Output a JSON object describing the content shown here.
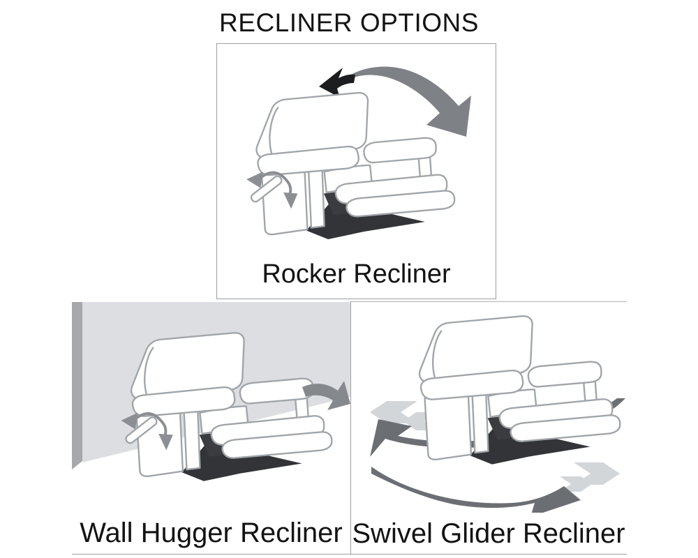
{
  "title": "RECLINER OPTIONS",
  "panels": {
    "rocker": {
      "label": "Rocker Recliner",
      "icons": [
        "rocking-swing-arrow",
        "recline-lever-arrow",
        "recliner-line-art"
      ]
    },
    "wall_hugger": {
      "label": "Wall Hugger Recliner",
      "icons": [
        "wall-corner-backdrop",
        "recline-lever-arrow",
        "forward-clearance-arrow",
        "recliner-line-art"
      ]
    },
    "swivel_glider": {
      "label": "Swivel Glider Recliner",
      "icons": [
        "glide-motion-chevrons",
        "swivel-rotation-arrows",
        "recliner-line-art"
      ]
    }
  },
  "colors": {
    "background": "#ffffff",
    "panel_border": "#9c9ea0",
    "text": "#141414",
    "chair_outline": "#a0a5a9",
    "chair_fill": "#ffffff",
    "wall_light": "#dcdee1",
    "wall_corner_dark": "#a7a8ab",
    "floor_shadow_dark": "#323438",
    "swing_arrow_gray": "#7e8286",
    "lever_arrow_gray": "#8b8f93",
    "arrow_black": "#1c1d1f",
    "glide_arrow_light": "#d3d6d9",
    "swivel_arrow_dark": "#6b6f73"
  }
}
